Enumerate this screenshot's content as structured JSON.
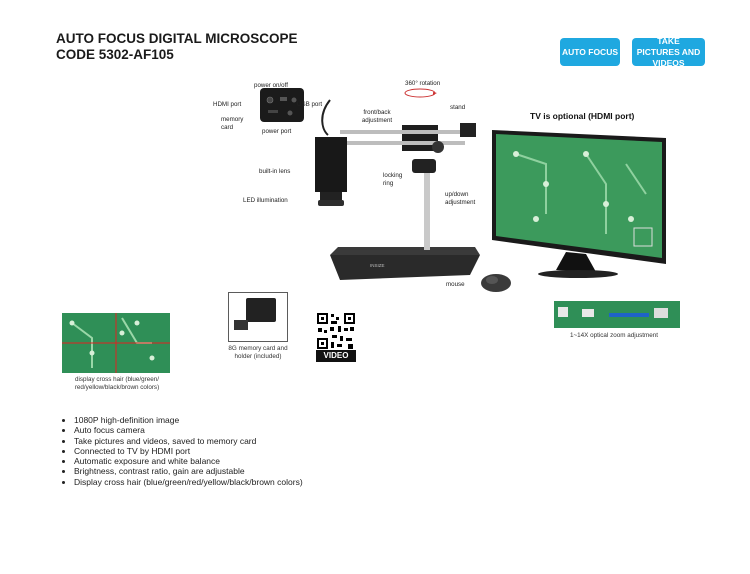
{
  "header": {
    "title_line1": "AUTO FOCUS DIGITAL MICROSCOPE",
    "title_line2": "CODE 5302-AF105"
  },
  "badges": {
    "auto_focus": "AUTO FOCUS",
    "take_pictures": "TAKE PICTURES AND VIDEOS"
  },
  "labels": {
    "power_on_off": "power on/off",
    "hdmi_port": "HDMI port",
    "usb_port": "USB port",
    "memory_card": "memory card",
    "power_port": "power port",
    "rotation": "360° rotation",
    "stand": "stand",
    "front_back": "front/back adjustment",
    "built_in_lens": "built-in lens",
    "locking_ring": "locking ring",
    "up_down": "up/down adjustment",
    "led": "LED illumination",
    "tv_optional": "TV is optional (HDMI port)",
    "mouse": "mouse",
    "zoom_caption": "1~14X optical zoom adjustment",
    "crosshair_caption": "display cross hair (blue/green/ red/yellow/black/brown colors)",
    "card_caption": "8G memory card and holder (included)",
    "video_label": "VIDEO",
    "base_brand": "INSIZE"
  },
  "features": [
    "1080P high-definition image",
    "Auto focus camera",
    "Take pictures and videos, saved to memory card",
    "Connected to TV by HDMI port",
    "Automatic exposure and white balance",
    "Brightness, contrast ratio, gain are adjustable",
    "Display cross hair (blue/green/red/yellow/black/brown colors)"
  ],
  "colors": {
    "accent": "#1fa8e0",
    "board_green": "#2f8f57",
    "crosshair_red": "#e02020"
  }
}
